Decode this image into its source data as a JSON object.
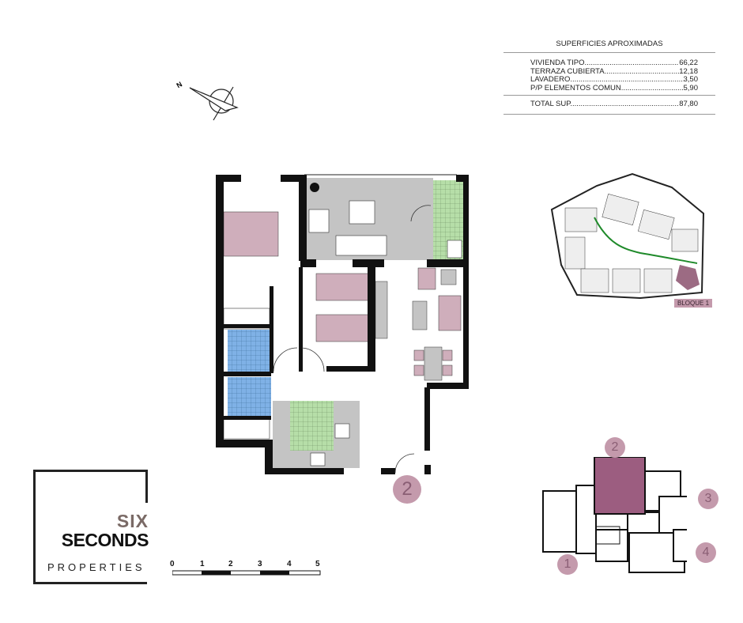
{
  "areas": {
    "title": "SUPERFICIES APROXIMADAS",
    "rows": [
      {
        "label": "VIVIENDA TIPO ",
        "value": "66,22"
      },
      {
        "label": "TERRAZA CUBIERTA ",
        "value": "12,18"
      },
      {
        "label": "LAVADERO ",
        "value": "3,50"
      },
      {
        "label": "P/P ELEMENTOS COMUN. ",
        "value": "5,90"
      }
    ],
    "total": {
      "label": "TOTAL SUP. ",
      "value": "87,80"
    }
  },
  "compass": {
    "north_label": "N"
  },
  "floorplan": {
    "unit_number": "2"
  },
  "site_plan": {
    "block_label": "BLOQUE 1"
  },
  "key_plan": {
    "units": [
      "1",
      "2",
      "3",
      "4"
    ]
  },
  "scale_bar": {
    "labels": [
      "0",
      "1",
      "2",
      "3",
      "4",
      "5"
    ]
  },
  "logo": {
    "line1": "SIX",
    "line2": "SECONDS",
    "line3": "PROPERTIES"
  },
  "colors": {
    "accent": "#c49aac",
    "bed": "#cfaebb",
    "tile_green": "#b6dea8",
    "tile_blue": "#7fb1e6",
    "floor_gray": "#c4c4c4"
  }
}
